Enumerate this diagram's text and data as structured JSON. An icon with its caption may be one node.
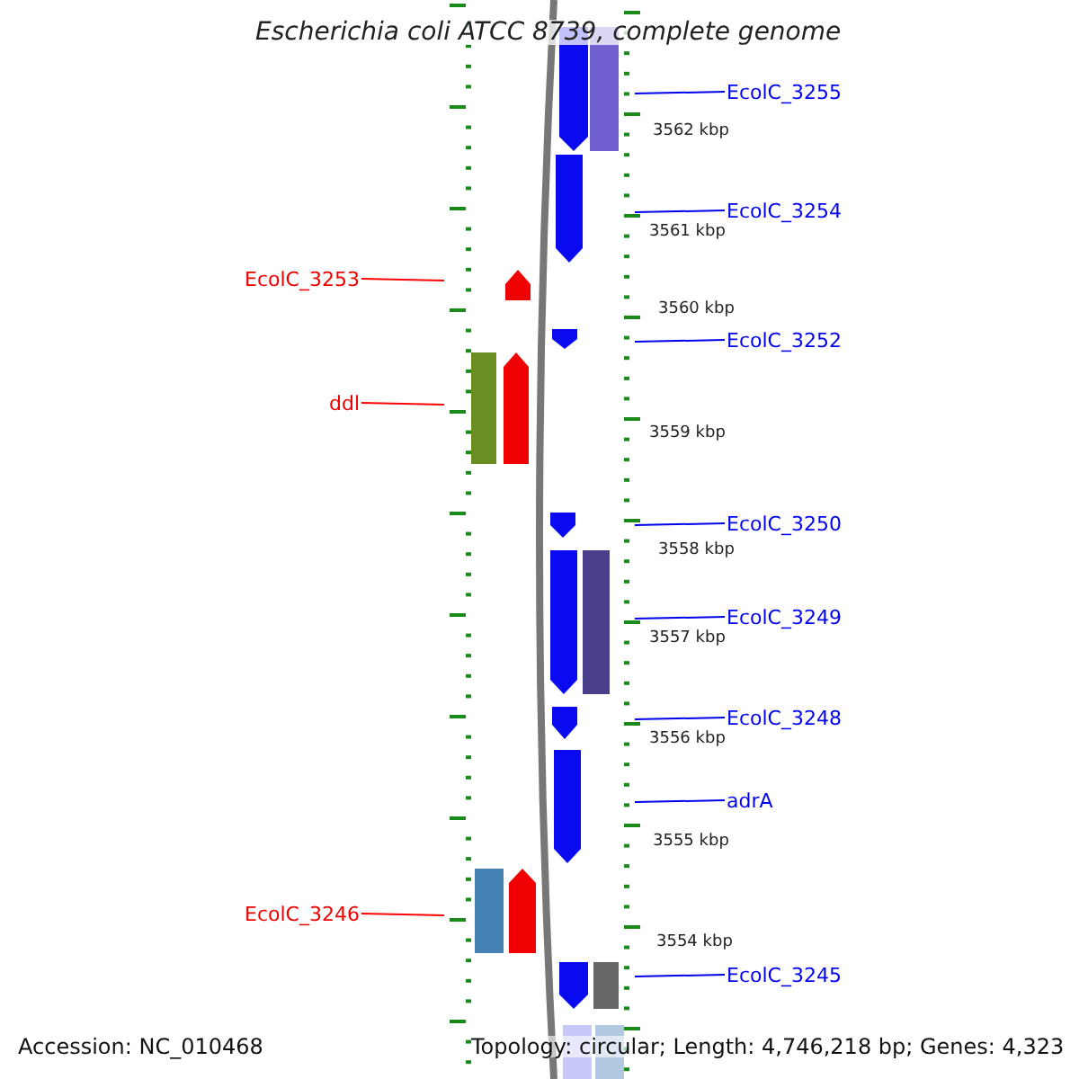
{
  "diagram": {
    "title": "Escherichia coli ATCC 8739, complete genome",
    "nodes": [
      {
        "text": [
          "EcolC_3255"
        ]
      },
      {
        "text": [
          "EcolC_3254"
        ]
      },
      {
        "text": [
          "EcolC_3253"
        ]
      },
      {
        "text": [
          "EcolC_3252"
        ]
      },
      {
        "text": [
          "ddl"
        ]
      },
      {
        "text": [
          "EcolC_3250"
        ]
      },
      {
        "text": [
          "EcolC_3249"
        ]
      },
      {
        "text": [
          "EcolC_3248"
        ]
      },
      {
        "text": [
          "adrA"
        ]
      },
      {
        "text": [
          "EcolC_3246"
        ]
      },
      {
        "text": [
          "EcolC_3245"
        ]
      }
    ],
    "edges": [
      {
        "from": 0,
        "to": null,
        "arrow": "none"
      },
      {
        "from": 1,
        "to": null,
        "arrow": "none"
      },
      {
        "from": 2,
        "to": null,
        "arrow": "none",
        "color": "#ff0000"
      },
      {
        "from": 3,
        "to": null,
        "arrow": "none"
      },
      {
        "from": 4,
        "to": null,
        "arrow": "none",
        "color": "#ff0000"
      },
      {
        "from": 5,
        "to": null,
        "arrow": "none"
      },
      {
        "from": 6,
        "to": null,
        "arrow": "none"
      },
      {
        "from": 7,
        "to": null,
        "arrow": "none"
      },
      {
        "from": 8,
        "to": null,
        "arrow": "none"
      },
      {
        "from": 9,
        "to": null,
        "arrow": "none",
        "color": "#ff0000"
      },
      {
        "from": 10,
        "to": null,
        "arrow": "none"
      }
    ],
    "labels": [
      "3562 kbp",
      "3561 kbp",
      "3560 kbp",
      "3559 kbp",
      "3558 kbp",
      "3557 kbp",
      "3556 kbp",
      "3555 kbp",
      "3554 kbp",
      "Accession: NC_010468",
      "Topology: circular; Length: 4,746,218 bp; Genes: 4,323"
    ]
  }
}
